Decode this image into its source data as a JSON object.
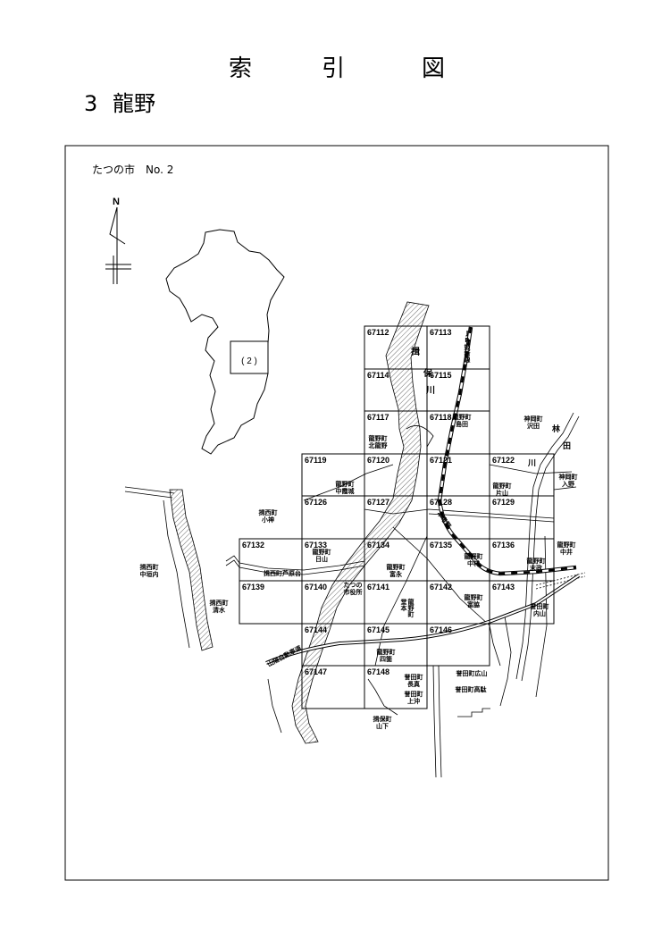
{
  "title": {
    "chars": [
      "索",
      "引",
      "図"
    ]
  },
  "section": {
    "number": "3",
    "name": "龍野"
  },
  "map": {
    "title": "たつの市　No. 2",
    "north": "N",
    "inset_label": "( 2 )",
    "sheets": [
      "67112",
      "67113",
      "67114",
      "67115",
      "67117",
      "67118",
      "67119",
      "67120",
      "67121",
      "67122",
      "67126",
      "67127",
      "67128",
      "67129",
      "67132",
      "67133",
      "67134",
      "67135",
      "67136",
      "67139",
      "67140",
      "67141",
      "67142",
      "67143",
      "67144",
      "67145",
      "67146",
      "67147",
      "67148"
    ],
    "rail_label": "JR姫新線",
    "station_label": "本竜野",
    "highway_label": "山陽自動車道",
    "river_ibo": [
      "揖",
      "保",
      "川"
    ],
    "river_hayashida": [
      "林",
      "田",
      "川"
    ],
    "places": {
      "shimada": [
        "龍野町",
        "島田"
      ],
      "kitatatsuno": [
        "龍野町",
        "北龍野"
      ],
      "sawada": [
        "神岡町",
        "沢田"
      ],
      "nakakasumijo": [
        "龍野町",
        "中霞城"
      ],
      "katayama": [
        "龍野町",
        "片山"
      ],
      "irino": [
        "神岡町",
        "入野"
      ],
      "ogami": [
        "揖西町",
        "小神"
      ],
      "hiyama": [
        "龍野町",
        "日山"
      ],
      "nakamura": [
        "龍野町",
        "中村"
      ],
      "suemasa": [
        "龍野町",
        "末政"
      ],
      "nakai": [
        "龍野町",
        "中井"
      ],
      "nakagaichi": [
        "揖西町",
        "中垣内"
      ],
      "ashiharadai": [
        "揖西町芦原台"
      ],
      "tominaga": [
        "龍野町",
        "富永"
      ],
      "city_hall": [
        "たつの",
        "市役所"
      ],
      "domoto": [
        "龍野町",
        "堂本"
      ],
      "tomiwaki": [
        "龍野町",
        "富脇"
      ],
      "shimizu": [
        "揖西町",
        "清水"
      ],
      "uchiyama": [
        "誉田町",
        "内山"
      ],
      "shika": [
        "龍野町",
        "四箇"
      ],
      "hiroyama": [
        "誉田町広山"
      ],
      "nagazane": [
        "誉田町",
        "長真"
      ],
      "kamioki": [
        "誉田町",
        "上沖"
      ],
      "takada": [
        "誉田町高駄"
      ],
      "yamashita": [
        "揖保町",
        "山下"
      ]
    }
  }
}
